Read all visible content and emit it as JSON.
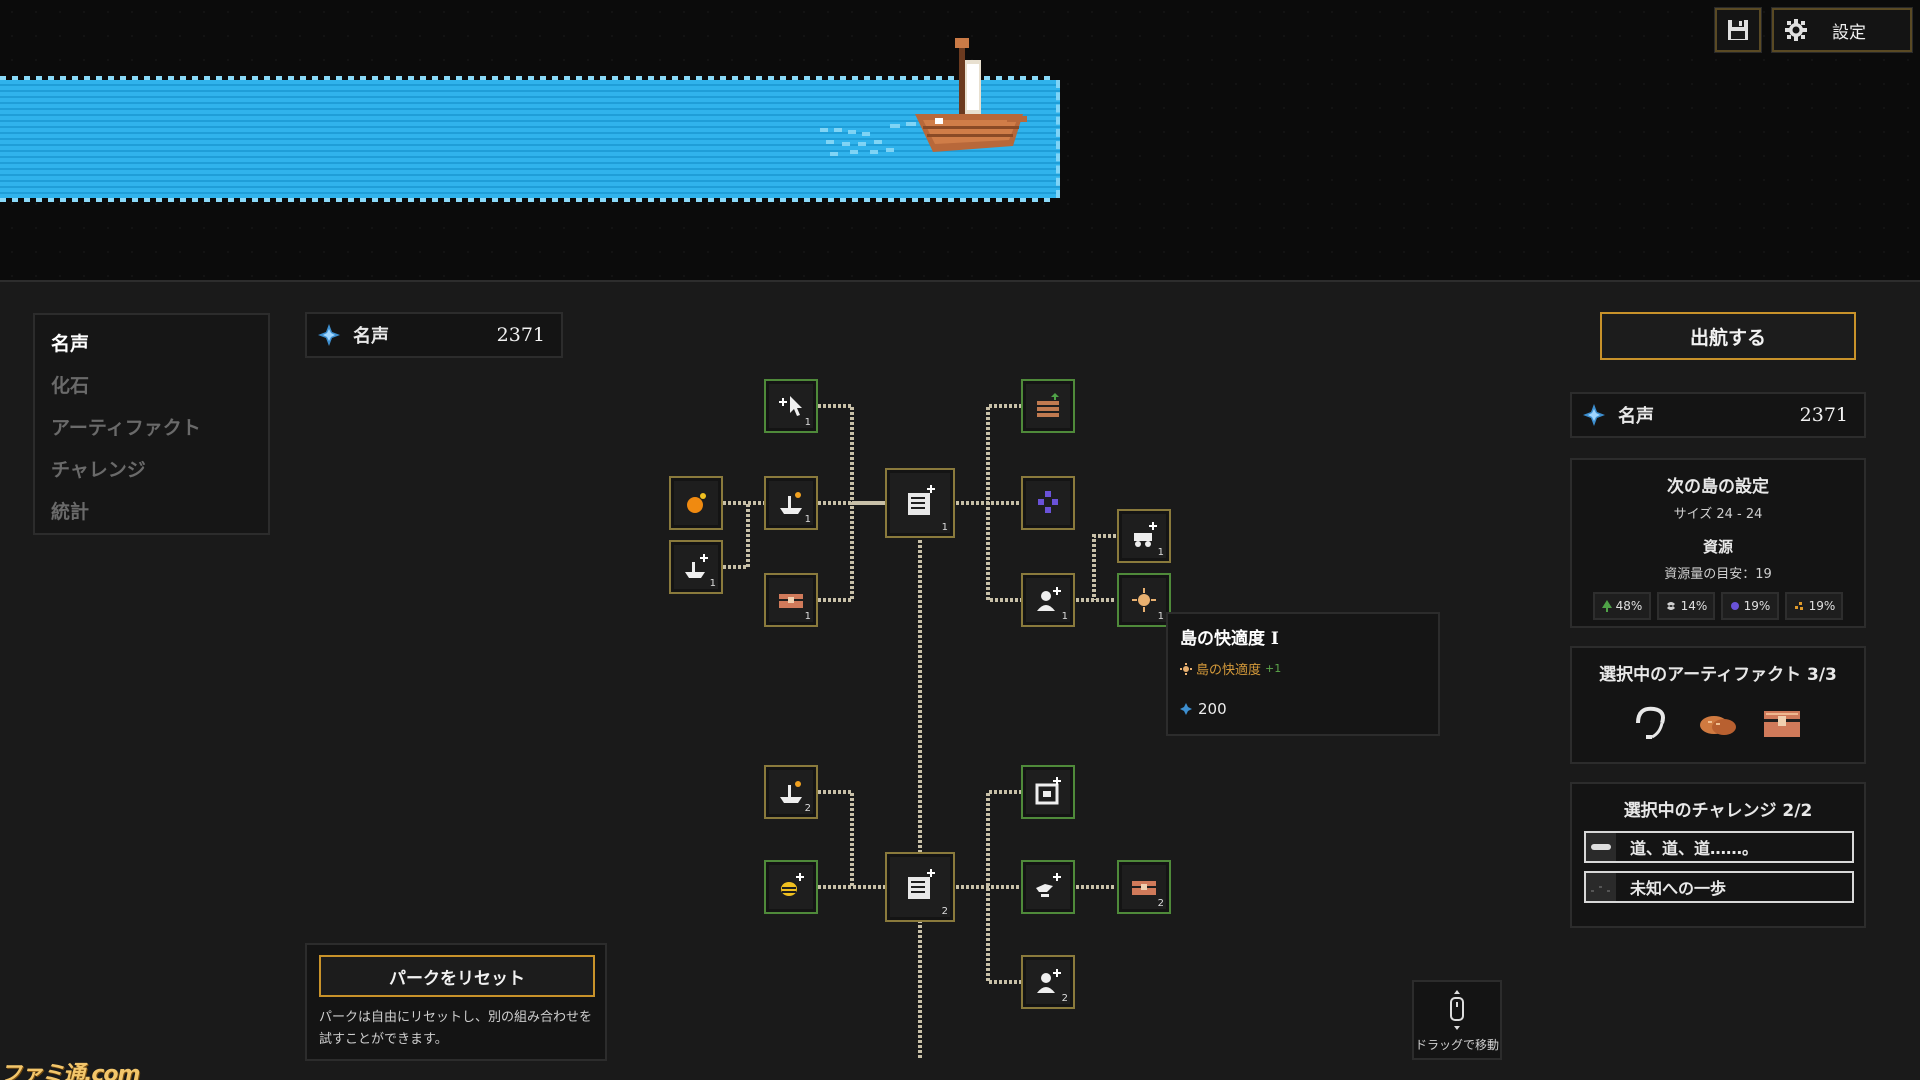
{
  "toolbar": {
    "settings_label": "設定"
  },
  "nav": {
    "items": [
      {
        "label": "名声",
        "active": true
      },
      {
        "label": "化石",
        "active": false
      },
      {
        "label": "アーティファクト",
        "active": false
      },
      {
        "label": "チャレンジ",
        "active": false
      },
      {
        "label": "統計",
        "active": false
      }
    ]
  },
  "fame": {
    "label": "名声",
    "value": "2371"
  },
  "tooltip": {
    "title": "島の快適度 I",
    "effect": "島の快適度",
    "effect_plus": "+1",
    "cost": "200"
  },
  "reset": {
    "button_label": "パークをリセット",
    "description": "パークは自由にリセットし、別の組み合わせを試すことができます。"
  },
  "drag_hint": "ドラッグで移動",
  "sail_button": "出航する",
  "next_island": {
    "heading": "次の島の設定",
    "size": "サイズ 24 - 24",
    "resources_heading": "資源",
    "resources_estimate": "資源量の目安：19",
    "resources": [
      {
        "icon": "tree-icon",
        "value": "48%",
        "color": "#4fa247"
      },
      {
        "icon": "stone-icon",
        "value": "14%",
        "color": "#d0d0d0"
      },
      {
        "icon": "crystal-icon",
        "value": "19%",
        "color": "#6a52d8"
      },
      {
        "icon": "ore-icon",
        "value": "19%",
        "color": "#e09a2a"
      }
    ]
  },
  "artifacts": {
    "heading": "選択中のアーティファクト 3/3",
    "items": [
      "rope-artifact-icon",
      "bread-artifact-icon",
      "chest-artifact-icon"
    ]
  },
  "challenges": {
    "heading": "選択中のチャレンジ 2/2",
    "items": [
      {
        "label": "道、道、道……。"
      },
      {
        "label": "未知への一歩"
      }
    ]
  },
  "perk_nodes": [
    {
      "id": "cursor-plus",
      "sub": "1"
    },
    {
      "id": "boat-gold-1",
      "sub": "1"
    },
    {
      "id": "orange-fruit",
      "sub": ""
    },
    {
      "id": "boat-plus",
      "sub": "1"
    },
    {
      "id": "box-1",
      "sub": "1"
    },
    {
      "id": "scroll-center-1",
      "sub": "1"
    },
    {
      "id": "stack-up",
      "sub": ""
    },
    {
      "id": "crystals",
      "sub": ""
    },
    {
      "id": "villager-plus",
      "sub": "1"
    },
    {
      "id": "cart-plus",
      "sub": "1"
    },
    {
      "id": "comfort",
      "sub": "1"
    },
    {
      "id": "boat-gold-2",
      "sub": "2"
    },
    {
      "id": "bee-plus",
      "sub": ""
    },
    {
      "id": "scroll-center-2",
      "sub": "2"
    },
    {
      "id": "frame-plus",
      "sub": ""
    },
    {
      "id": "bird-plus",
      "sub": ""
    },
    {
      "id": "box-2",
      "sub": "2"
    },
    {
      "id": "villager-plus-2",
      "sub": "2"
    }
  ],
  "watermark": "ファミ通.com"
}
